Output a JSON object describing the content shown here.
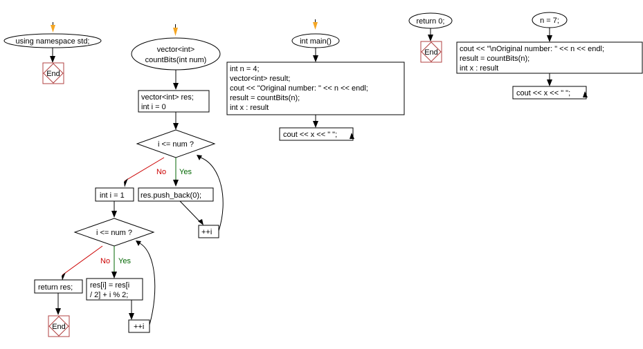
{
  "flow1": {
    "start": "using namespace std;",
    "end": "End"
  },
  "flow2": {
    "start_line1": "vector<int>",
    "start_line2": "countBits(int num)",
    "init_line1": "vector<int> res;",
    "init_line2": "int i = 0",
    "cond1": "i <= num ?",
    "no1": "No",
    "yes1": "Yes",
    "push": "res.push_back(0);",
    "inc1": "++i",
    "init2": "int i = 1",
    "cond2": "i <= num ?",
    "no2": "No",
    "yes2": "Yes",
    "assign_line1": "res[i] = res[i",
    "assign_line2": "/ 2] + i % 2;",
    "inc2": "++i",
    "return": "return res;",
    "end": "End"
  },
  "flow3": {
    "start": "int main()",
    "body": [
      "int n = 4;",
      "vector<int> result;",
      "cout << \"Original number: \" << n << endl;",
      "result = countBits(n);",
      "int x : result"
    ],
    "loop": "cout << x << \" \";"
  },
  "flow4": {
    "start": "return 0;",
    "end": "End"
  },
  "flow5": {
    "start": "n = 7;",
    "body": [
      "cout << \"\\nOriginal number: \" << n << endl;",
      "result = countBits(n);",
      "int x : result"
    ],
    "loop": "cout << x << \" \";"
  }
}
